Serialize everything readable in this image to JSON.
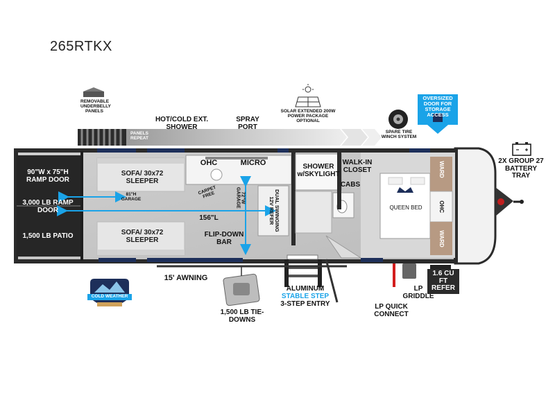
{
  "model": "265RTKX",
  "top_labels": {
    "removable_panels": "REMOVABLE UNDERBELLY PANELS",
    "panels_repeat": "PANELS REPEAT",
    "hot_cold_shower": "HOT/COLD EXT. SHOWER",
    "spray_port": "SPRAY PORT",
    "solar_package": "SOLAR EXTENDED 200W POWER PACKAGE OPTIONAL",
    "spare_tire": "SPARE TIRE WINCH SYSTEM",
    "oversized_door": "OVERSIZED DOOR FOR STORAGE ACCESS",
    "battery_tray": "2X GROUP 27 BATTERY TRAY"
  },
  "interior_labels": {
    "ramp_door_90": "90\"W x 75\"H RAMP DOOR",
    "ramp_door_3000": "3,000 LB RAMP DOOR",
    "patio": "1,500 LB PATIO",
    "sofa_top": "SOFA/ 30x72 SLEEPER",
    "sofa_bottom": "SOFA/ 30x72 SLEEPER",
    "garage_81": "81\"H GARAGE",
    "carpet_free": "CARPET FREE",
    "garage_72": "72\"W GARAGE",
    "length_156": "156\"L",
    "ohc": "OHC",
    "micro": "MICRO",
    "refer_12v": "DUAL SWINGING 12V REFER",
    "flip_down_bar": "FLIP-DOWN BAR",
    "shower": "SHOWER w/SKYLIGHT",
    "walk_in_closet": "WALK-IN CLOSET",
    "cabs": "CABS",
    "queen_bed": "QUEEN BED",
    "ward_top": "WARD",
    "ohc_bedroom": "OHC",
    "ward_bottom": "WARD"
  },
  "bottom_labels": {
    "awning": "15' AWNING",
    "tie_downs": "1,500 LB TIE-DOWNS",
    "aluminum": "ALUMINUM",
    "stable_step": "STABLE STEP",
    "three_step": "3-STEP ENTRY",
    "lp_quick_connect": "LP QUICK CONNECT",
    "lp_griddle": "LP GRIDDLE",
    "refer_cu_ft": "1.6 CU FT REFER",
    "cold_weather": "COLD WEATHER"
  },
  "colors": {
    "wall": "#2b2b2b",
    "floor": "#c9c9c9",
    "accent_blue": "#1aa3e8",
    "wood": "#b79a83",
    "sofa": "#e2e2e2",
    "navy": "#1d2f5a"
  }
}
